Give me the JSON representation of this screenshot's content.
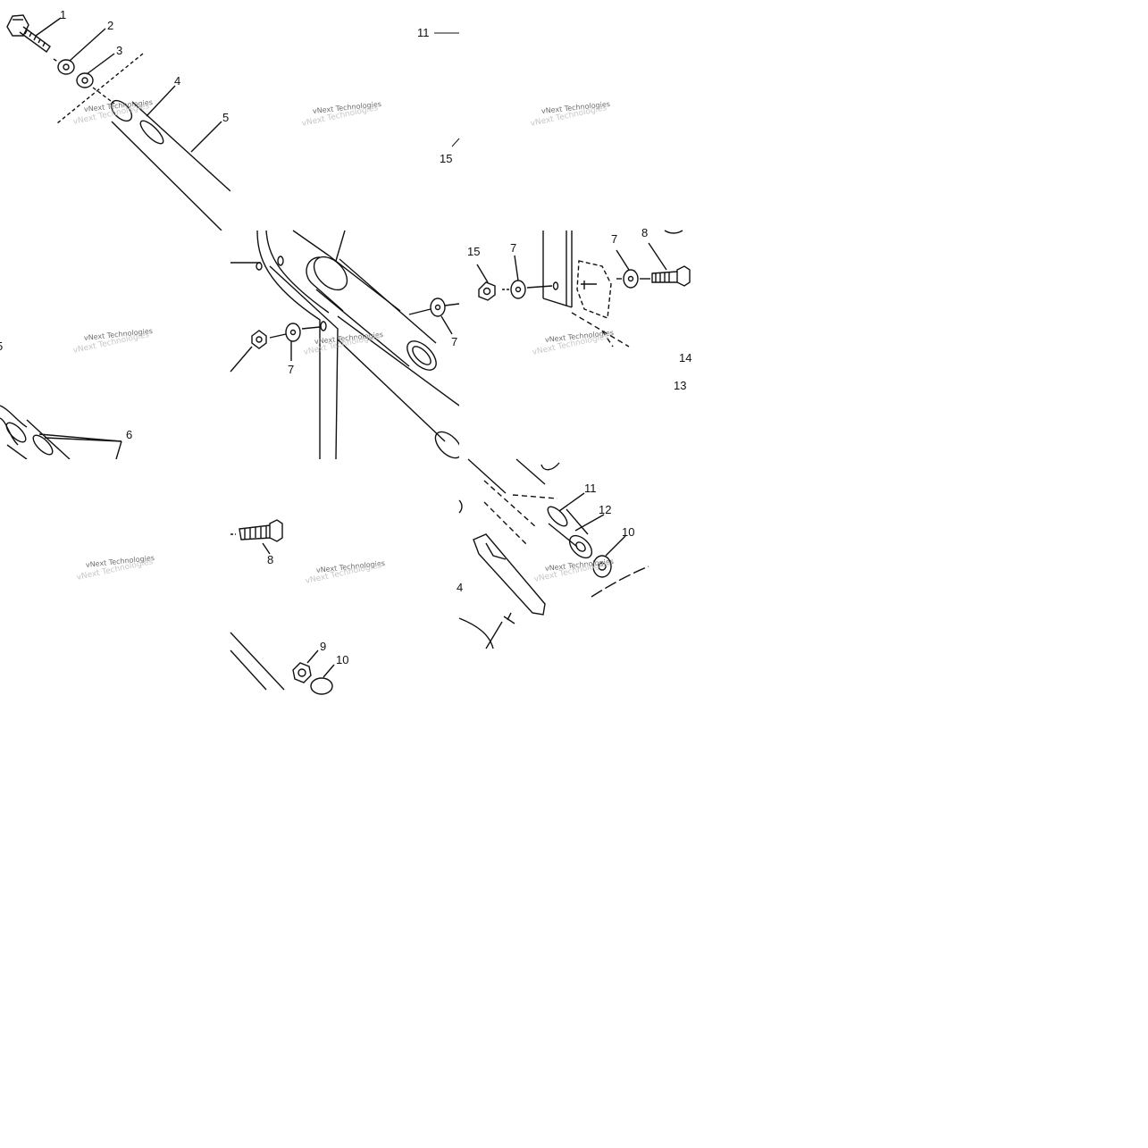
{
  "watermark": "vNext Technologies",
  "tiles": [
    {
      "name": "tile-top-left",
      "labels": [
        "1",
        "2",
        "3",
        "4",
        "5"
      ]
    },
    {
      "name": "tile-top-middle",
      "labels": []
    },
    {
      "name": "tile-top-right",
      "labels": [
        "11",
        "15"
      ]
    },
    {
      "name": "tile-mid-left",
      "labels": [
        "6",
        "5"
      ]
    },
    {
      "name": "tile-mid-center",
      "labels": [
        "7",
        "7"
      ]
    },
    {
      "name": "tile-mid-right",
      "labels": [
        "15",
        "7",
        "7",
        "8",
        "14",
        "13"
      ]
    },
    {
      "name": "tile-bottom-left",
      "labels": []
    },
    {
      "name": "tile-bottom-center",
      "labels": [
        "8",
        "9",
        "10"
      ]
    },
    {
      "name": "tile-bottom-right",
      "labels": [
        "11",
        "12",
        "10",
        "4"
      ]
    }
  ]
}
